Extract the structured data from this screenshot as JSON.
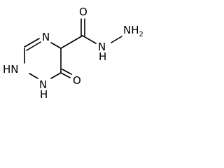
{
  "molecule": {
    "atoms": {
      "n4": "N",
      "n1h": "HN",
      "n2h": "N",
      "n2h_h": "H",
      "o_ring": "O",
      "o_amide": "O",
      "n_hydrazide": "N",
      "n_hydrazide_h": "H",
      "nh2": "NH",
      "nh2_sub": "2"
    },
    "colors": {
      "bond": "#000000",
      "text": "#000000",
      "background": "#ffffff"
    }
  }
}
